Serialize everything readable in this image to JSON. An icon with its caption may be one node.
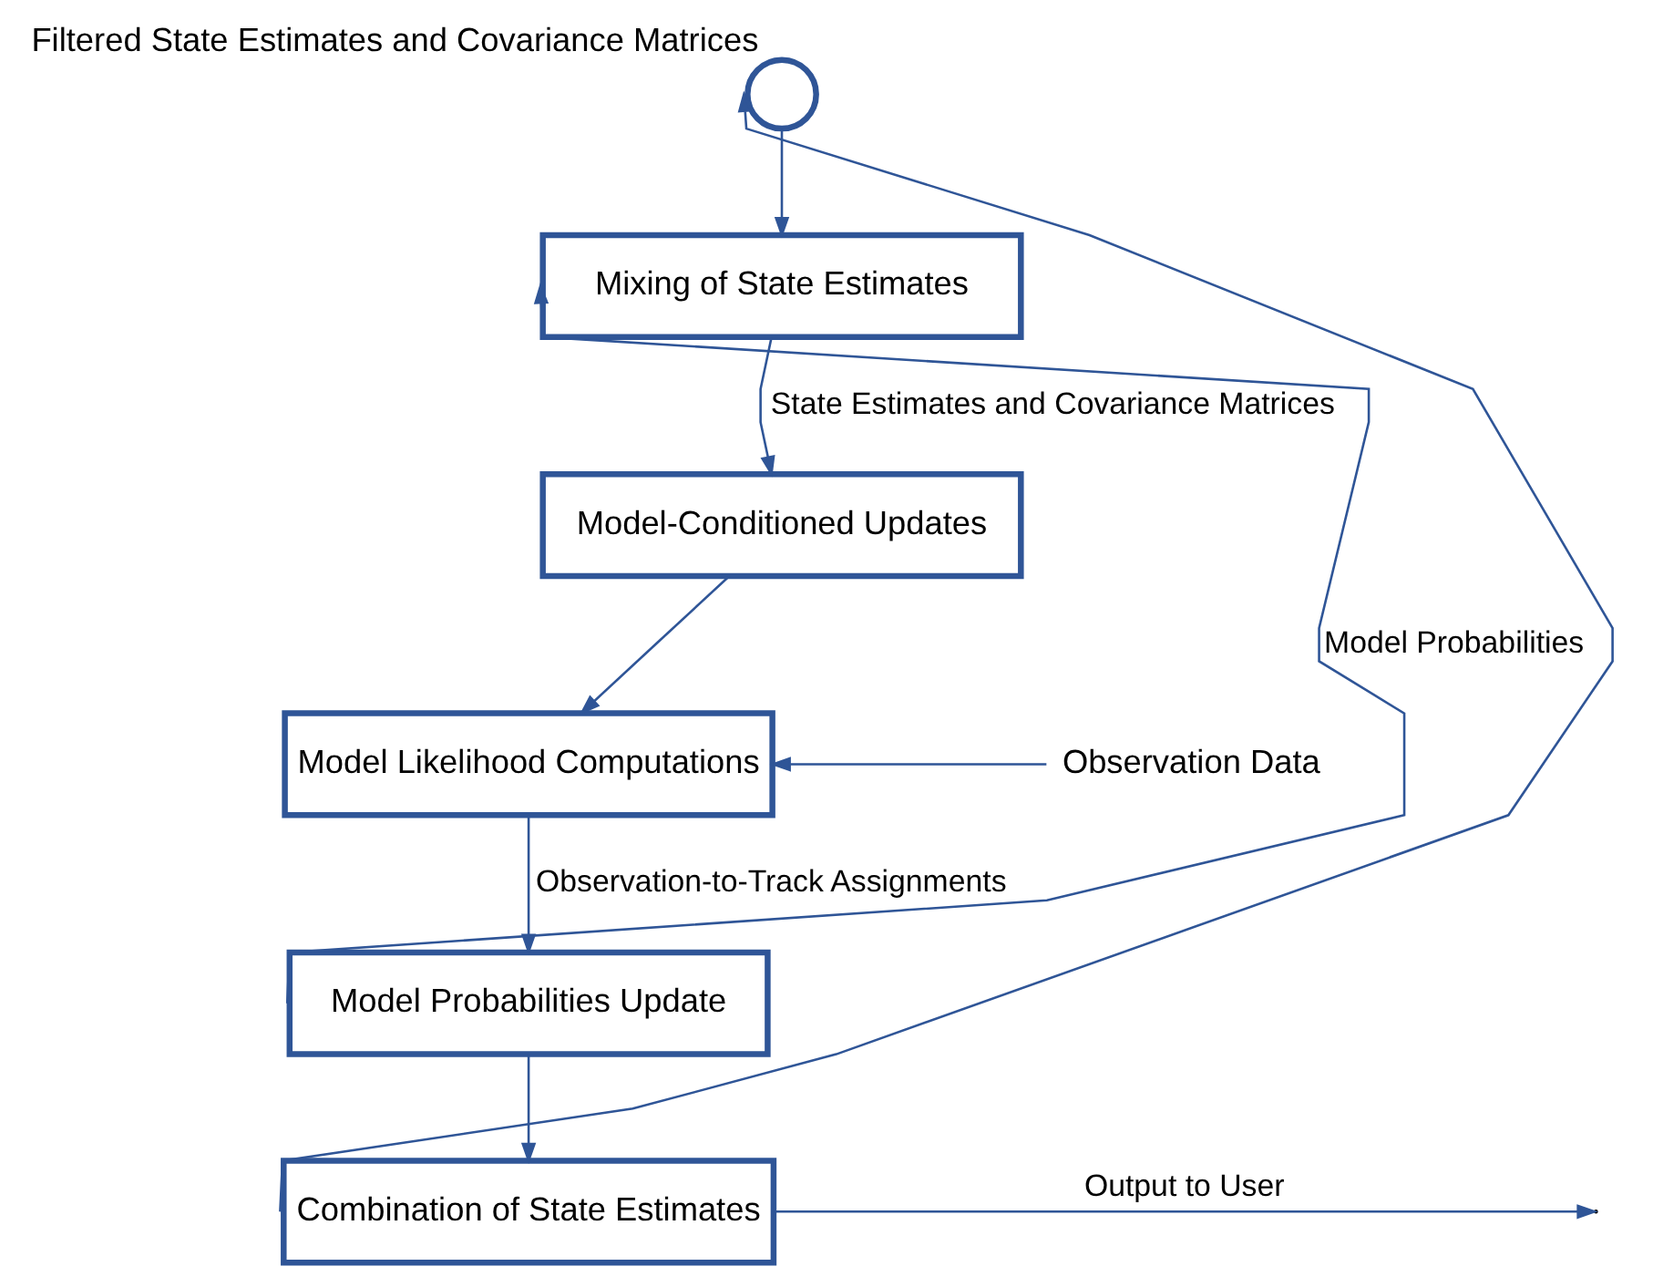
{
  "diagram": {
    "nodes": [
      {
        "text": [],
        "shape": "circle",
        "beside": [
          "Filtered State Estimates and Covariance Matrices"
        ]
      },
      {
        "text": [
          "Mixing of State Estimates"
        ]
      },
      {
        "text": [
          "Model-Conditioned Updates"
        ]
      },
      {
        "text": [
          "Model Likelihood Computations"
        ]
      },
      {
        "text": [
          "Model Probabilities Update"
        ]
      },
      {
        "text": [
          "Combination of State Estimates"
        ]
      },
      {
        "text": [
          "Observation Data"
        ]
      }
    ],
    "edges": [
      {
        "from": 0,
        "to": 1,
        "arrow": "to"
      },
      {
        "from": 1,
        "to": 2,
        "arrow": "to",
        "label": "State Estimates and Covariance Matrices"
      },
      {
        "from": 2,
        "to": 3,
        "arrow": "to"
      },
      {
        "from": 6,
        "to": 3,
        "arrow": "to"
      },
      {
        "from": 3,
        "to": 4,
        "arrow": "to",
        "label": "Observation-to-Track Assignments"
      },
      {
        "from": 4,
        "to": 1,
        "arrow": "to",
        "label": "Model Probabilities"
      },
      {
        "from": 4,
        "to": 5,
        "arrow": "to"
      },
      {
        "from": 5,
        "to": 0,
        "arrow": "to"
      },
      {
        "from": 5,
        "to": null,
        "arrow": "to",
        "label": "Output to User"
      }
    ]
  }
}
